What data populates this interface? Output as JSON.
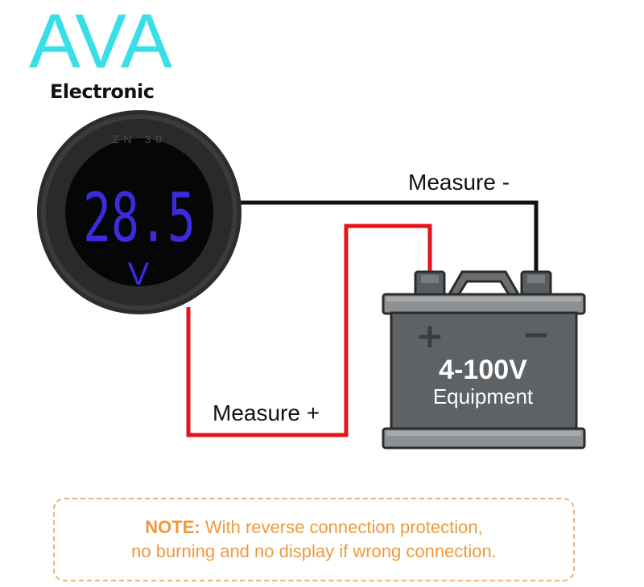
{
  "brand": {
    "logo_text": "AVA",
    "subtitle": "Electronic",
    "logo_color": "#38dfe8"
  },
  "meter": {
    "bezel_text": "ZN 30",
    "reading": "28.5",
    "unit": "V",
    "display_color": "#3a2bdc"
  },
  "wires": {
    "negative_label": "Measure -",
    "positive_label": "Measure +",
    "negative_color": "#111111",
    "positive_color": "#e3141b"
  },
  "battery": {
    "plus_symbol": "+",
    "minus_symbol": "−",
    "voltage": "4-100V",
    "label": "Equipment",
    "body_color": "#5f6264"
  },
  "note": {
    "label": "NOTE:",
    "line1": "With reverse connection protection,",
    "line2": "no burning and no display if wrong connection.",
    "color": "#ee9a3c"
  }
}
